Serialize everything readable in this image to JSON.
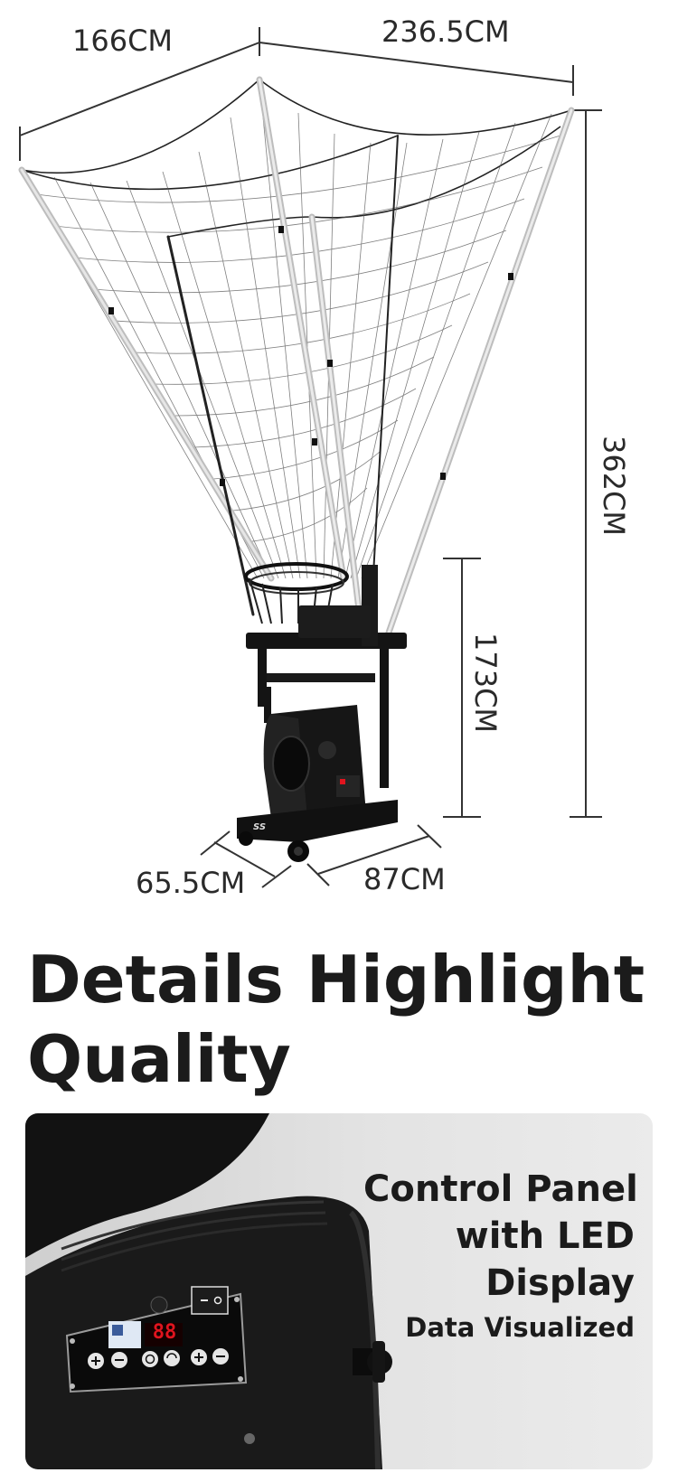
{
  "dimensions": {
    "depth_top": "166CM",
    "width_top": "236.5CM",
    "total_height": "362CM",
    "machine_height": "173CM",
    "base_depth": "65.5CM",
    "base_width": "87CM"
  },
  "headline": {
    "line1": "Details Highlight",
    "line2": "Quality"
  },
  "feature_card": {
    "title_line1": "Control Panel",
    "title_line2": "with LED",
    "title_line3": "Display",
    "subtitle": "Data Visualized",
    "led_readout": "88"
  },
  "colors": {
    "machine_black": "#161616",
    "led_red": "#e0141e",
    "text_dark": "#1b1b1b"
  },
  "icons": [
    "plus-icon",
    "minus-icon",
    "target-icon",
    "swing-icon",
    "power-switch-icon"
  ]
}
